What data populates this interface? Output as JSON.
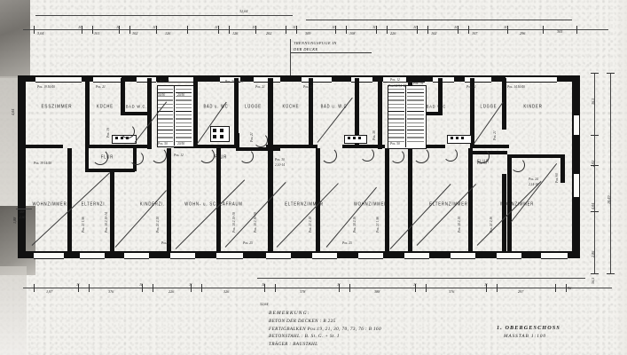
{
  "drawing": {
    "kind": "architectural-floor-plan",
    "title": "1. OBERGESCHOSS",
    "scale_label": "MASSTAB 1:100",
    "language": "de",
    "joint_note_line1": "TRENNUNGSFUGE IN",
    "joint_note_line2": "DER DECKE"
  },
  "notes": {
    "heading": "BEMERKUNG:",
    "lines": [
      "BETON DER DECKEN :  B 225",
      "FERTIGBALKEN  Pos.19, 21, 30, 70, 73, 76 :  B 160",
      "BETONSTAHL :     B. St. G. + St. I",
      "TRÄGER :     BAUSTAHL"
    ]
  },
  "rooms": [
    {
      "id": "esszimmer-1",
      "label": "ESSZIMMER"
    },
    {
      "id": "kueche-1",
      "label": "KÜCHE"
    },
    {
      "id": "bad-wc-1",
      "label": "BAD W.C."
    },
    {
      "id": "flur-1",
      "label": "FLUR"
    },
    {
      "id": "bad-u-wc-2",
      "label": "BAD u. WC"
    },
    {
      "id": "luege-1",
      "label": "LÜGGE"
    },
    {
      "id": "flur-2",
      "label": "FLUR"
    },
    {
      "id": "kueche-2",
      "label": "KÜCHE"
    },
    {
      "id": "bad-u-wc-3",
      "label": "BAD u. W.C"
    },
    {
      "id": "bad-wc-3",
      "label": "BAD W.C"
    },
    {
      "id": "luege-2",
      "label": "LÜGGE"
    },
    {
      "id": "flur-3",
      "label": "FLUR"
    },
    {
      "id": "kinder-1",
      "label": "KINDER"
    },
    {
      "id": "wohnzimmer-1",
      "label": "WOHNZIMMER"
    },
    {
      "id": "elternzi-1",
      "label": "ELTERNZI."
    },
    {
      "id": "kinderzi-1",
      "label": "KINDERZI."
    },
    {
      "id": "wohn-schlaf-1",
      "label": "WOHN- u. SCHLAFRAUM"
    },
    {
      "id": "elternzimmer-2",
      "label": "ELTERNZIMMER"
    },
    {
      "id": "wohnzimmer-2",
      "label": "WOHNZIMMER"
    },
    {
      "id": "elternzimmer-3",
      "label": "ELTERNZIMMER"
    },
    {
      "id": "wohnzimmer-3",
      "label": "WOHNZIMMER"
    }
  ],
  "dimensions": {
    "top_overall": "32,64",
    "top_chain": [
      "3,04",
      "11",
      "101",
      "11",
      "102",
      "11",
      "126",
      "126",
      "11",
      "126",
      "11",
      "202",
      "11",
      "309",
      "11",
      "108",
      "11",
      "226",
      "11",
      "102",
      "11",
      "107",
      "11",
      "296",
      "305"
    ],
    "bottom_overall": "32,64",
    "bottom_chain": [
      "1,97",
      "11",
      "376",
      "11",
      "226",
      "11",
      "326",
      "11",
      "378",
      "11",
      "388",
      "11",
      "376",
      "11",
      "297",
      "96"
    ],
    "right_chain": [
      "36,5",
      "2,02",
      "4,04",
      "10,49",
      "2,86",
      "56,5"
    ],
    "left_chain": [
      "4,04",
      "1,88",
      "2,60"
    ]
  },
  "position_marks": {
    "top": [
      "Pos. 19  50/40",
      "Pos. 21",
      "Pos. 12",
      "Pos. 50  20/50",
      "Pos. 21",
      "Pos. 21",
      "Pos. 74",
      "Pos. 21",
      "Pos. 14  50/40"
    ],
    "mid": [
      "Pos. 39  14/40",
      "Pos. 12",
      "Pos. 30  2,10-14",
      "Pos. 30  2,10-14",
      "Pos. 24  2,14-18"
    ],
    "bottom": [
      "Pos. 25",
      "Pos. 25",
      "Pos. 25"
    ],
    "stair": [
      "Pos. 50  20/50",
      "Pos. 14  3,1-12"
    ]
  },
  "annotations": {
    "wall_tag_left": "488\n2,60",
    "stair_note": "Pos. 12"
  }
}
